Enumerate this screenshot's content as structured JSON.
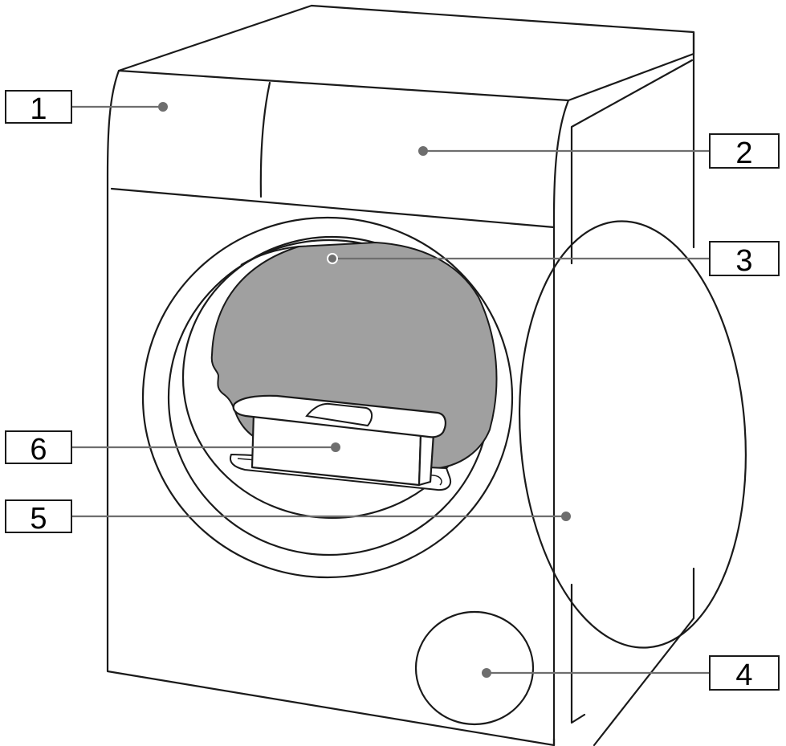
{
  "colors": {
    "outline": "#1a1a1a",
    "leader": "#6e6e6e",
    "drum_fill": "#a0a0a0",
    "background": "#ffffff"
  },
  "callouts": [
    {
      "id": "1",
      "label": "1"
    },
    {
      "id": "2",
      "label": "2"
    },
    {
      "id": "3",
      "label": "3"
    },
    {
      "id": "4",
      "label": "4"
    },
    {
      "id": "5",
      "label": "5"
    },
    {
      "id": "6",
      "label": "6"
    }
  ]
}
